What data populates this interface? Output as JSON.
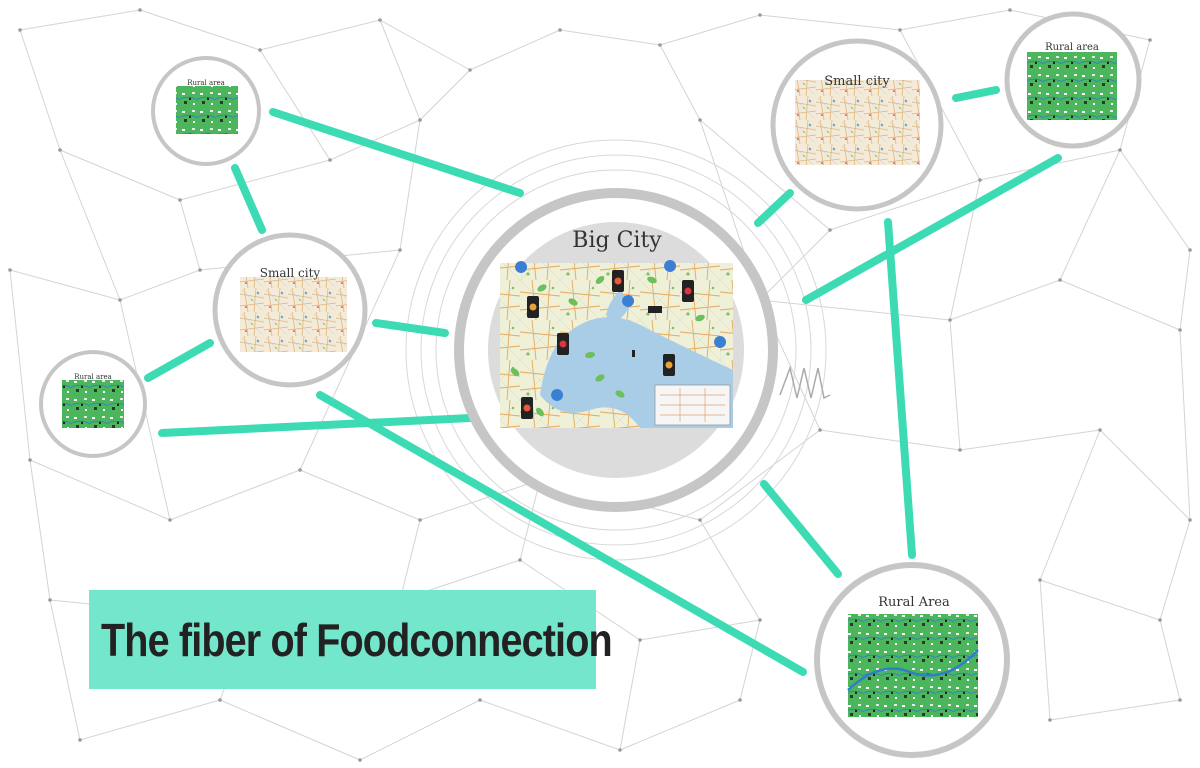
{
  "title": "The fiber of Foodconnection",
  "colors": {
    "connector": "#3ddbb4",
    "ring": "#c8c8c8",
    "web": "#d4d4d4",
    "banner": "#73e6cc",
    "map_urban": "#f3ead8",
    "map_rural": "#4cb65c",
    "pin_blue": "#3b7fd4",
    "phone": "#222222"
  },
  "nodes": {
    "big_city": {
      "label": "Big City"
    },
    "small_city_left": {
      "label": "Small city"
    },
    "small_city_right": {
      "label": "Small city"
    },
    "rural_top_left": {
      "label": "Rural area"
    },
    "rural_left": {
      "label": "Rural area"
    },
    "rural_top_right": {
      "label": "Rural area"
    },
    "rural_bottom_right": {
      "label": "Rural Area"
    }
  }
}
